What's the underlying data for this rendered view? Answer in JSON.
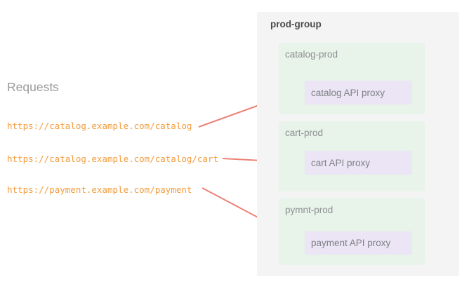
{
  "left_panel": {
    "heading": "Requests",
    "requests": [
      "https://catalog.example.com/catalog",
      "https://catalog.example.com/catalog/cart",
      "https://payment.example.com/payment"
    ]
  },
  "prod_group": {
    "title": "prod-group",
    "environments": [
      {
        "name": "catalog-prod",
        "proxy_label": "catalog API proxy"
      },
      {
        "name": "cart-prod",
        "proxy_label": "cart API proxy"
      },
      {
        "name": "pymnt-prod",
        "proxy_label": "payment API proxy"
      }
    ]
  },
  "colors": {
    "url-text": "#f39c3d",
    "arrow": "#ec8277",
    "group-bg": "#f4f4f5",
    "env-bg": "#e8f3e9",
    "proxy-bg": "#ece5f6",
    "heading-text": "#9a9a9a",
    "group-title-text": "#4b4b4d",
    "env-label-text": "#8d9093",
    "proxy-label-text": "#7e8184"
  }
}
